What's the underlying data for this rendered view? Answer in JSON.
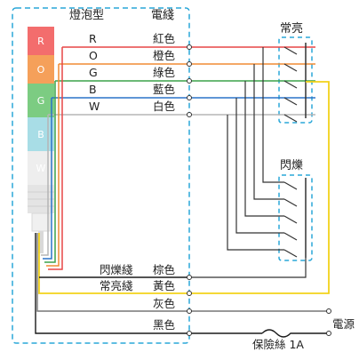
{
  "header": {
    "lamp_type_label": "燈泡型",
    "wire_label": "電綫"
  },
  "lamp": {
    "segments": [
      {
        "letter": "R",
        "color": "#f36d6d",
        "text_color": "#ffffff"
      },
      {
        "letter": "O",
        "color": "#f5a05a",
        "text_color": "#ffffff"
      },
      {
        "letter": "G",
        "color": "#7ccc82",
        "text_color": "#ffffff"
      },
      {
        "letter": "B",
        "color": "#a8dde6",
        "text_color": "#ffffff"
      },
      {
        "letter": "W",
        "color": "#eeeeee",
        "text_color": "#999999"
      }
    ]
  },
  "wires": [
    {
      "code": "R",
      "name": "紅色",
      "color": "#e74646"
    },
    {
      "code": "O",
      "name": "橙色",
      "color": "#f08c33"
    },
    {
      "code": "G",
      "name": "綠色",
      "color": "#3ca24a"
    },
    {
      "code": "B",
      "name": "藍色",
      "color": "#2a73c8"
    },
    {
      "code": "W",
      "name": "白色",
      "color": "#b5b5b5"
    }
  ],
  "bottom_wires": {
    "flash": {
      "label": "閃爍綫",
      "name": "棕色",
      "color": "#1a1a1a"
    },
    "steady": {
      "label": "常亮綫",
      "name": "黃色",
      "color": "#f2d21a"
    },
    "gray": {
      "name": "灰色",
      "color": "#777777"
    },
    "black": {
      "name": "黑色",
      "color": "#1a1a1a"
    }
  },
  "switch_groups": {
    "steady_title": "常亮",
    "flash_title": "閃爍"
  },
  "power": {
    "label": "電源",
    "fuse_label": "保險絲 1A"
  },
  "colors": {
    "dashed_box": "#2aa7d8"
  }
}
